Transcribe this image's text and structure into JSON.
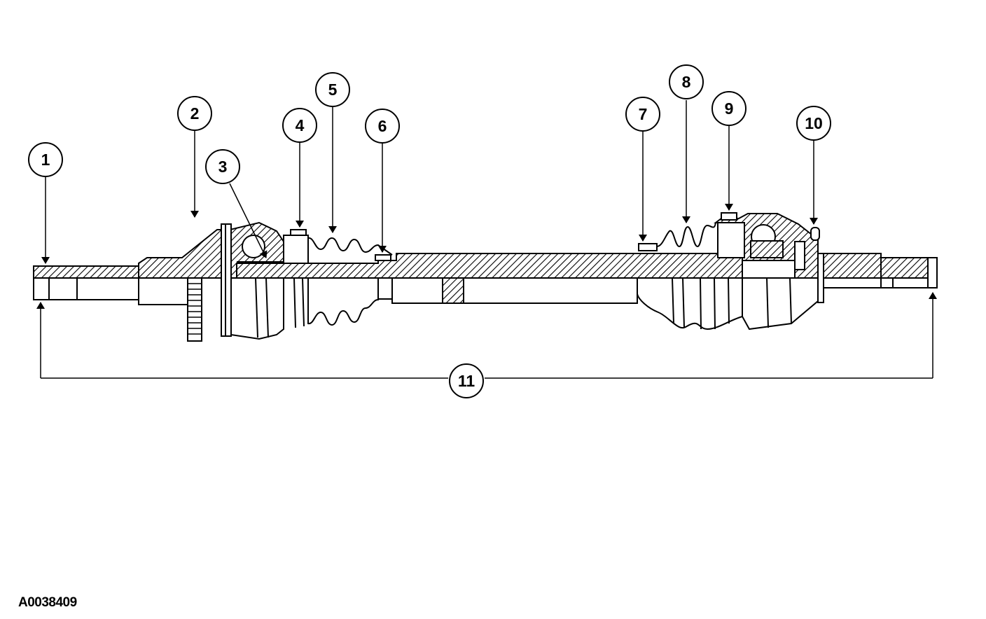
{
  "callouts": [
    {
      "label": "1"
    },
    {
      "label": "2"
    },
    {
      "label": "3"
    },
    {
      "label": "4"
    },
    {
      "label": "5"
    },
    {
      "label": "6"
    },
    {
      "label": "7"
    },
    {
      "label": "8"
    },
    {
      "label": "9"
    },
    {
      "label": "10"
    },
    {
      "label": "11"
    }
  ],
  "figure_id": "A0038409",
  "colors": {
    "ink": "#000000",
    "paper": "#ffffff"
  }
}
